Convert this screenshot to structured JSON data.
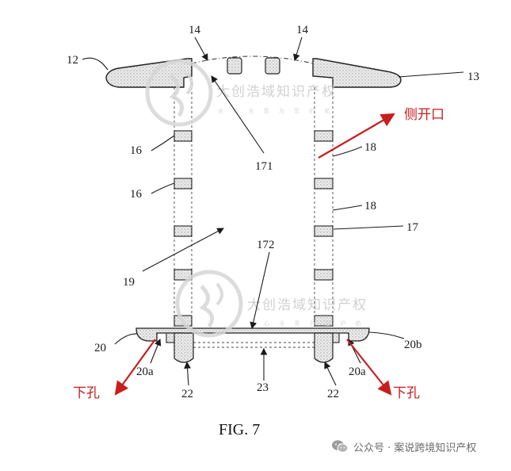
{
  "figure": {
    "caption": "FIG. 7",
    "labels": {
      "l12": "12",
      "l13": "13",
      "l14a": "14",
      "l14b": "14",
      "l16a": "16",
      "l16b": "16",
      "l17": "17",
      "l18a": "18",
      "l18b": "18",
      "l171": "171",
      "l172": "172",
      "l19": "19",
      "l20": "20",
      "l20a_left": "20a",
      "l20a_right": "20a",
      "l20b": "20b",
      "l22a": "22",
      "l22b": "22",
      "l23": "23"
    },
    "annotations": {
      "side_opening": "侧开口",
      "lower_hole_left": "下孔",
      "lower_hole_right": "下孔"
    },
    "annotation_color": "#c81e1e"
  },
  "watermark": {
    "name": "大创浩域知识产权",
    "sub": "全 心 全 意 为 您 护 航"
  },
  "footer": {
    "source": "公众号 · 案说跨境知识产权"
  }
}
